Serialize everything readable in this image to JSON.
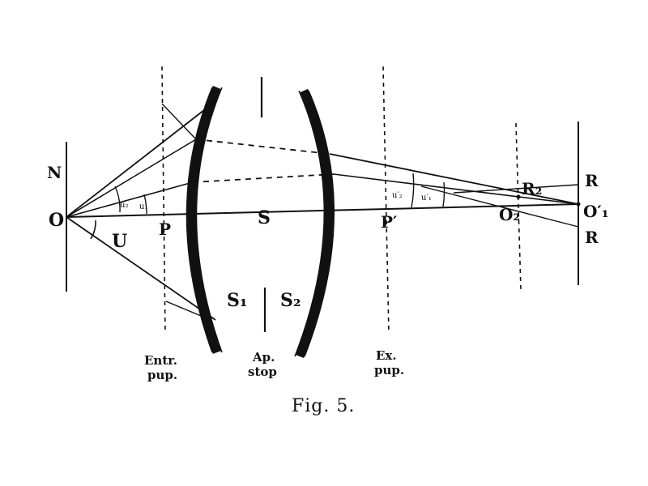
{
  "labels": {
    "object_point": "O",
    "point_N": "N",
    "angle_U": "U",
    "entrance_pupil_point": "P",
    "lens_center": "S",
    "exit_pupil_point": "P′",
    "image_point_O2": "O₂",
    "point_R2": "R₂",
    "image_point_O1": "O′₁",
    "point_R_upper": "R",
    "point_R_lower": "R",
    "surface_S1": "S₁",
    "surface_S2": "S₂",
    "angle_u1": "u₁",
    "angle_u2": "u₂",
    "angle_u1_prime": "u′₁",
    "angle_u2_prime": "u′₂"
  },
  "captions": {
    "entrance_pupil_line1": "Entr.",
    "entrance_pupil_line2": "pup.",
    "aperture_stop_line1": "Ap.",
    "aperture_stop_line2": "stop",
    "exit_pupil_line1": "Ex.",
    "exit_pupil_line2": "pup."
  },
  "figure_caption": "Fig. 5."
}
